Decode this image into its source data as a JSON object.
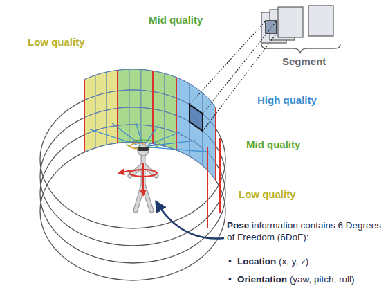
{
  "diagram": {
    "labels": [
      "Low quality",
      "Mid quality",
      "Segment",
      "High quality",
      "Mid quality",
      "Low quality",
      "Pose information contains 6 Degrees of Freedom (6DoF):",
      "•",
      "Location (x, y, z)",
      "•",
      "Orientation (yaw, pitch, roll)"
    ]
  }
}
